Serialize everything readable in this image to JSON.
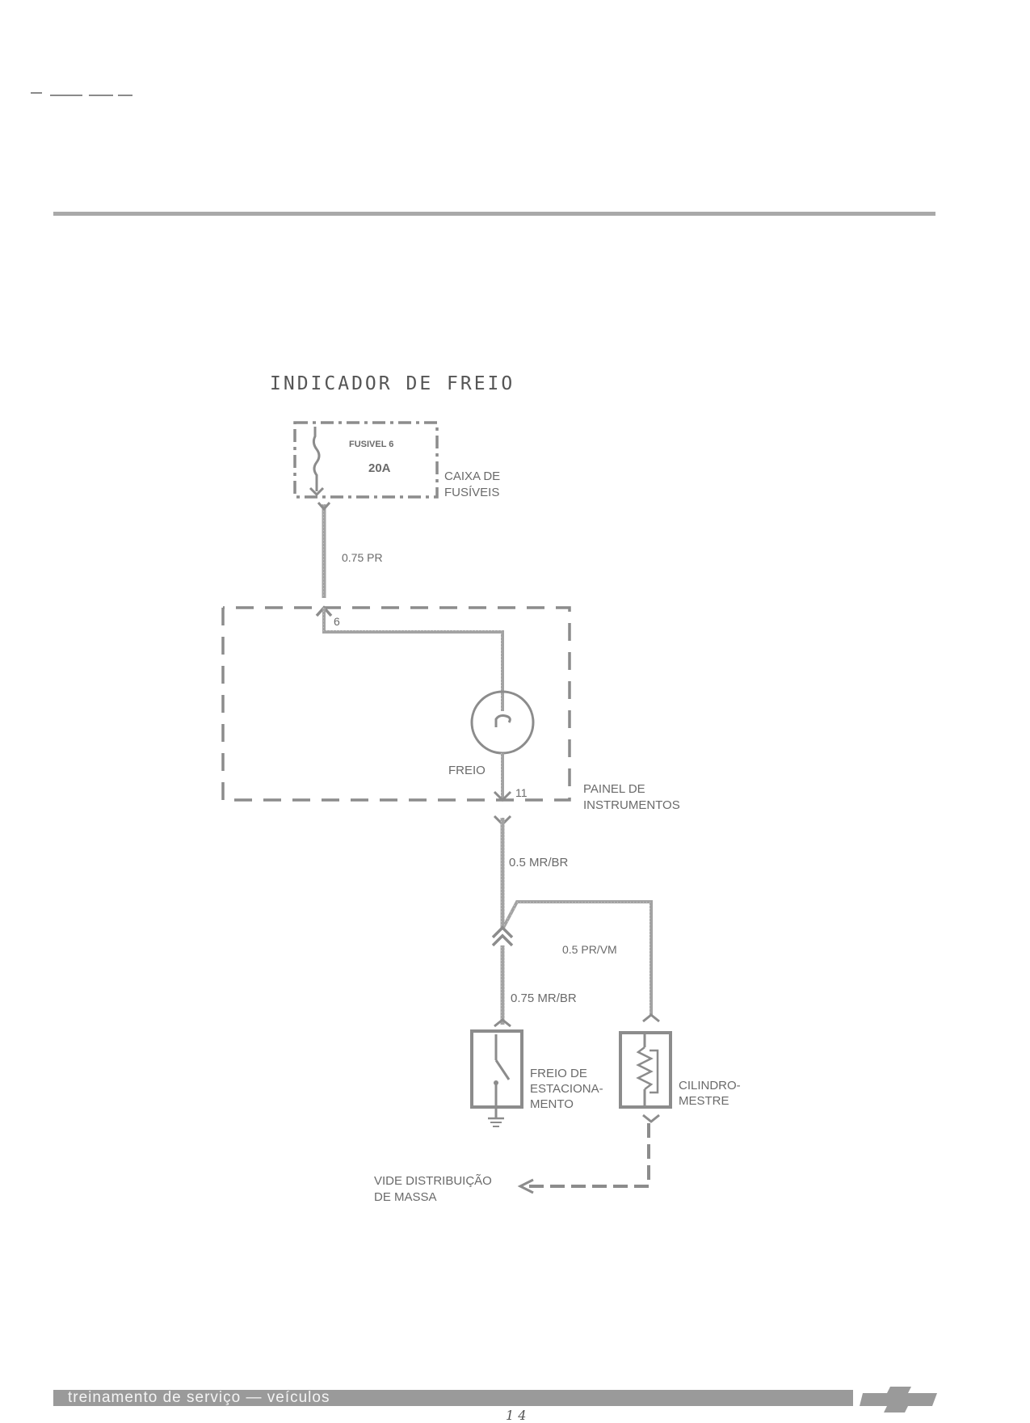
{
  "title": "INDICADOR DE FREIO",
  "fuse_box": {
    "fuse_label": "FUSIVEL 6",
    "fuse_rating": "20A",
    "box_label_line1": "CAIXA DE",
    "box_label_line2": "FUSÍVEIS"
  },
  "wires": {
    "feed": "0.75 PR",
    "panel_out": "0.5 MR/BR",
    "park_brake": "0.75 MR/BR",
    "master_cyl": "0.5 PR/VM"
  },
  "instrument_panel": {
    "pin_in": "6",
    "pin_out": "11",
    "lamp_label": "FREIO",
    "label_line1": "PAINEL DE",
    "label_line2": "INSTRUMENTOS"
  },
  "parking_brake": {
    "label_line1": "FREIO DE",
    "label_line2": "ESTACIONA-",
    "label_line3": "MENTO"
  },
  "master_cylinder": {
    "label_line1": "CILINDRO-",
    "label_line2": "MESTRE"
  },
  "ground": {
    "label_line1": "VIDE DISTRIBUIÇÃO",
    "label_line2": "DE MASSA"
  },
  "footer": {
    "text": "treinamento de serviço — veículos",
    "page_number": "1 4"
  },
  "colors": {
    "line": "#9a9a9a",
    "text": "#6a6a6a",
    "footer_bar": "#9a9a9a"
  }
}
